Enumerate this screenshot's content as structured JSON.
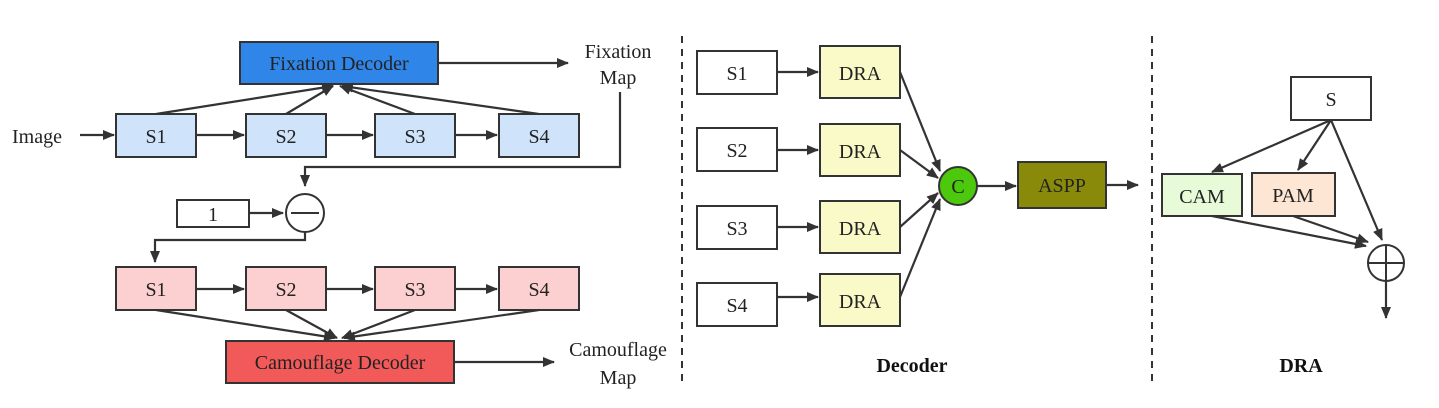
{
  "colors": {
    "fixation_decoder": "#2f86e8",
    "encoder_blue": "#cfe4fb",
    "encoder_pink": "#fcd0d0",
    "camouflage_decoder": "#f25a5a",
    "dra": "#fafac8",
    "concat_node": "#4cc90c",
    "aspp": "#8a8a0a",
    "cam": "#e8fbd9",
    "pam": "#fde6d3",
    "stroke": "#333333"
  },
  "left_panel": {
    "input_label": "Image",
    "fixation_decoder": "Fixation Decoder",
    "fixation_map_line1": "Fixation",
    "fixation_map_line2": "Map",
    "top_stages": [
      "S1",
      "S2",
      "S3",
      "S4"
    ],
    "constant": "1",
    "subtract_symbol": "subtract-node",
    "bottom_stages": [
      "S1",
      "S2",
      "S3",
      "S4"
    ],
    "camouflage_decoder": "Camouflage Decoder",
    "camouflage_map_line1": "Camouflage",
    "camouflage_map_line2": "Map"
  },
  "middle_panel": {
    "inputs": [
      "S1",
      "S2",
      "S3",
      "S4"
    ],
    "dra_label": "DRA",
    "concat": "C",
    "aspp": "ASPP",
    "caption": "Decoder"
  },
  "right_panel": {
    "input": "S",
    "cam": "CAM",
    "pam": "PAM",
    "add_symbol": "add-node",
    "caption": "DRA"
  }
}
